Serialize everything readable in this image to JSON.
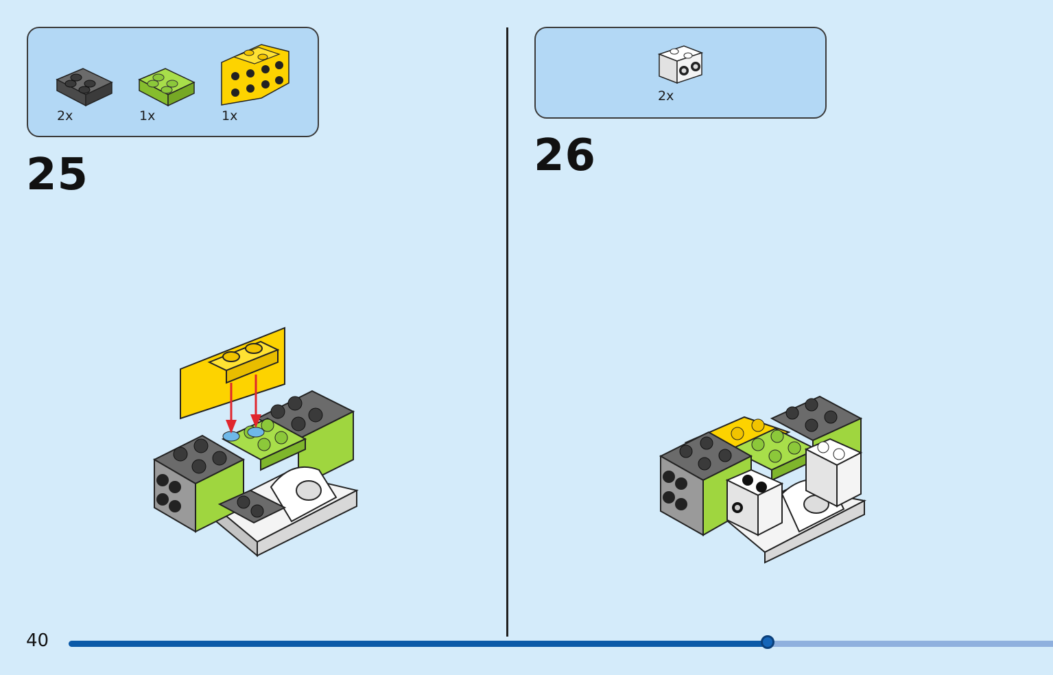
{
  "page": {
    "number": "40"
  },
  "progress": {
    "fraction": 0.71
  },
  "steps": [
    {
      "number": "25",
      "parts": [
        {
          "name": "dark-gray-plate-2x2",
          "qty": "2x",
          "color": "#5b5b5b"
        },
        {
          "name": "lime-plate-2x2",
          "qty": "1x",
          "color": "#9fd63f"
        },
        {
          "name": "yellow-bracket-plate",
          "qty": "1x",
          "color": "#fdd300"
        }
      ]
    },
    {
      "number": "26",
      "parts": [
        {
          "name": "white-brick-side-studs",
          "qty": "2x",
          "color": "#f4f4f4"
        }
      ]
    }
  ],
  "colors": {
    "background": "#d4ebfa",
    "parts_box": "#b3d8f5",
    "arrow": "#e0262d",
    "dark_gray": "#5b5b5b",
    "lime": "#9fd63f",
    "yellow": "#fdd300",
    "white": "#f4f4f4"
  }
}
